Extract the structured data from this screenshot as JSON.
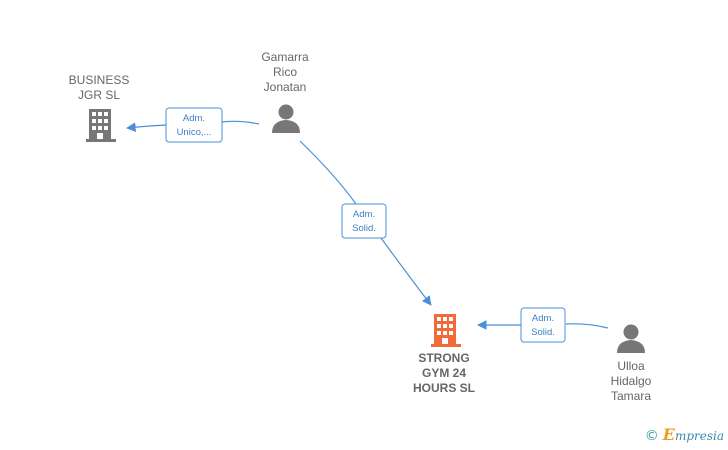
{
  "nodes": {
    "business": {
      "label_lines": [
        "BUSINESS",
        "JGR  SL"
      ]
    },
    "gamarra": {
      "label_lines": [
        "Gamarra",
        "Rico",
        "Jonatan"
      ]
    },
    "strong": {
      "label_lines": [
        "STRONG",
        "GYM 24",
        "HOURS  SL"
      ]
    },
    "ulloa": {
      "label_lines": [
        "Ulloa",
        "Hidalgo",
        "Tamara"
      ]
    }
  },
  "edges": {
    "gamarra_business": {
      "lines": [
        "Adm.",
        "Unico,..."
      ]
    },
    "gamarra_strong": {
      "lines": [
        "Adm.",
        "Solid."
      ]
    },
    "ulloa_strong": {
      "lines": [
        "Adm.",
        "Solid."
      ]
    }
  },
  "colors": {
    "edge": "#4a90d9",
    "company_icon": "#777777",
    "focus_company_icon": "#f26a3a",
    "person_icon": "#777777",
    "label": "#666666"
  },
  "icons": {
    "company": "building-icon",
    "person": "person-icon"
  },
  "watermark": {
    "copyright": "©",
    "brand_initial": "E",
    "brand_rest": "mpresia"
  }
}
